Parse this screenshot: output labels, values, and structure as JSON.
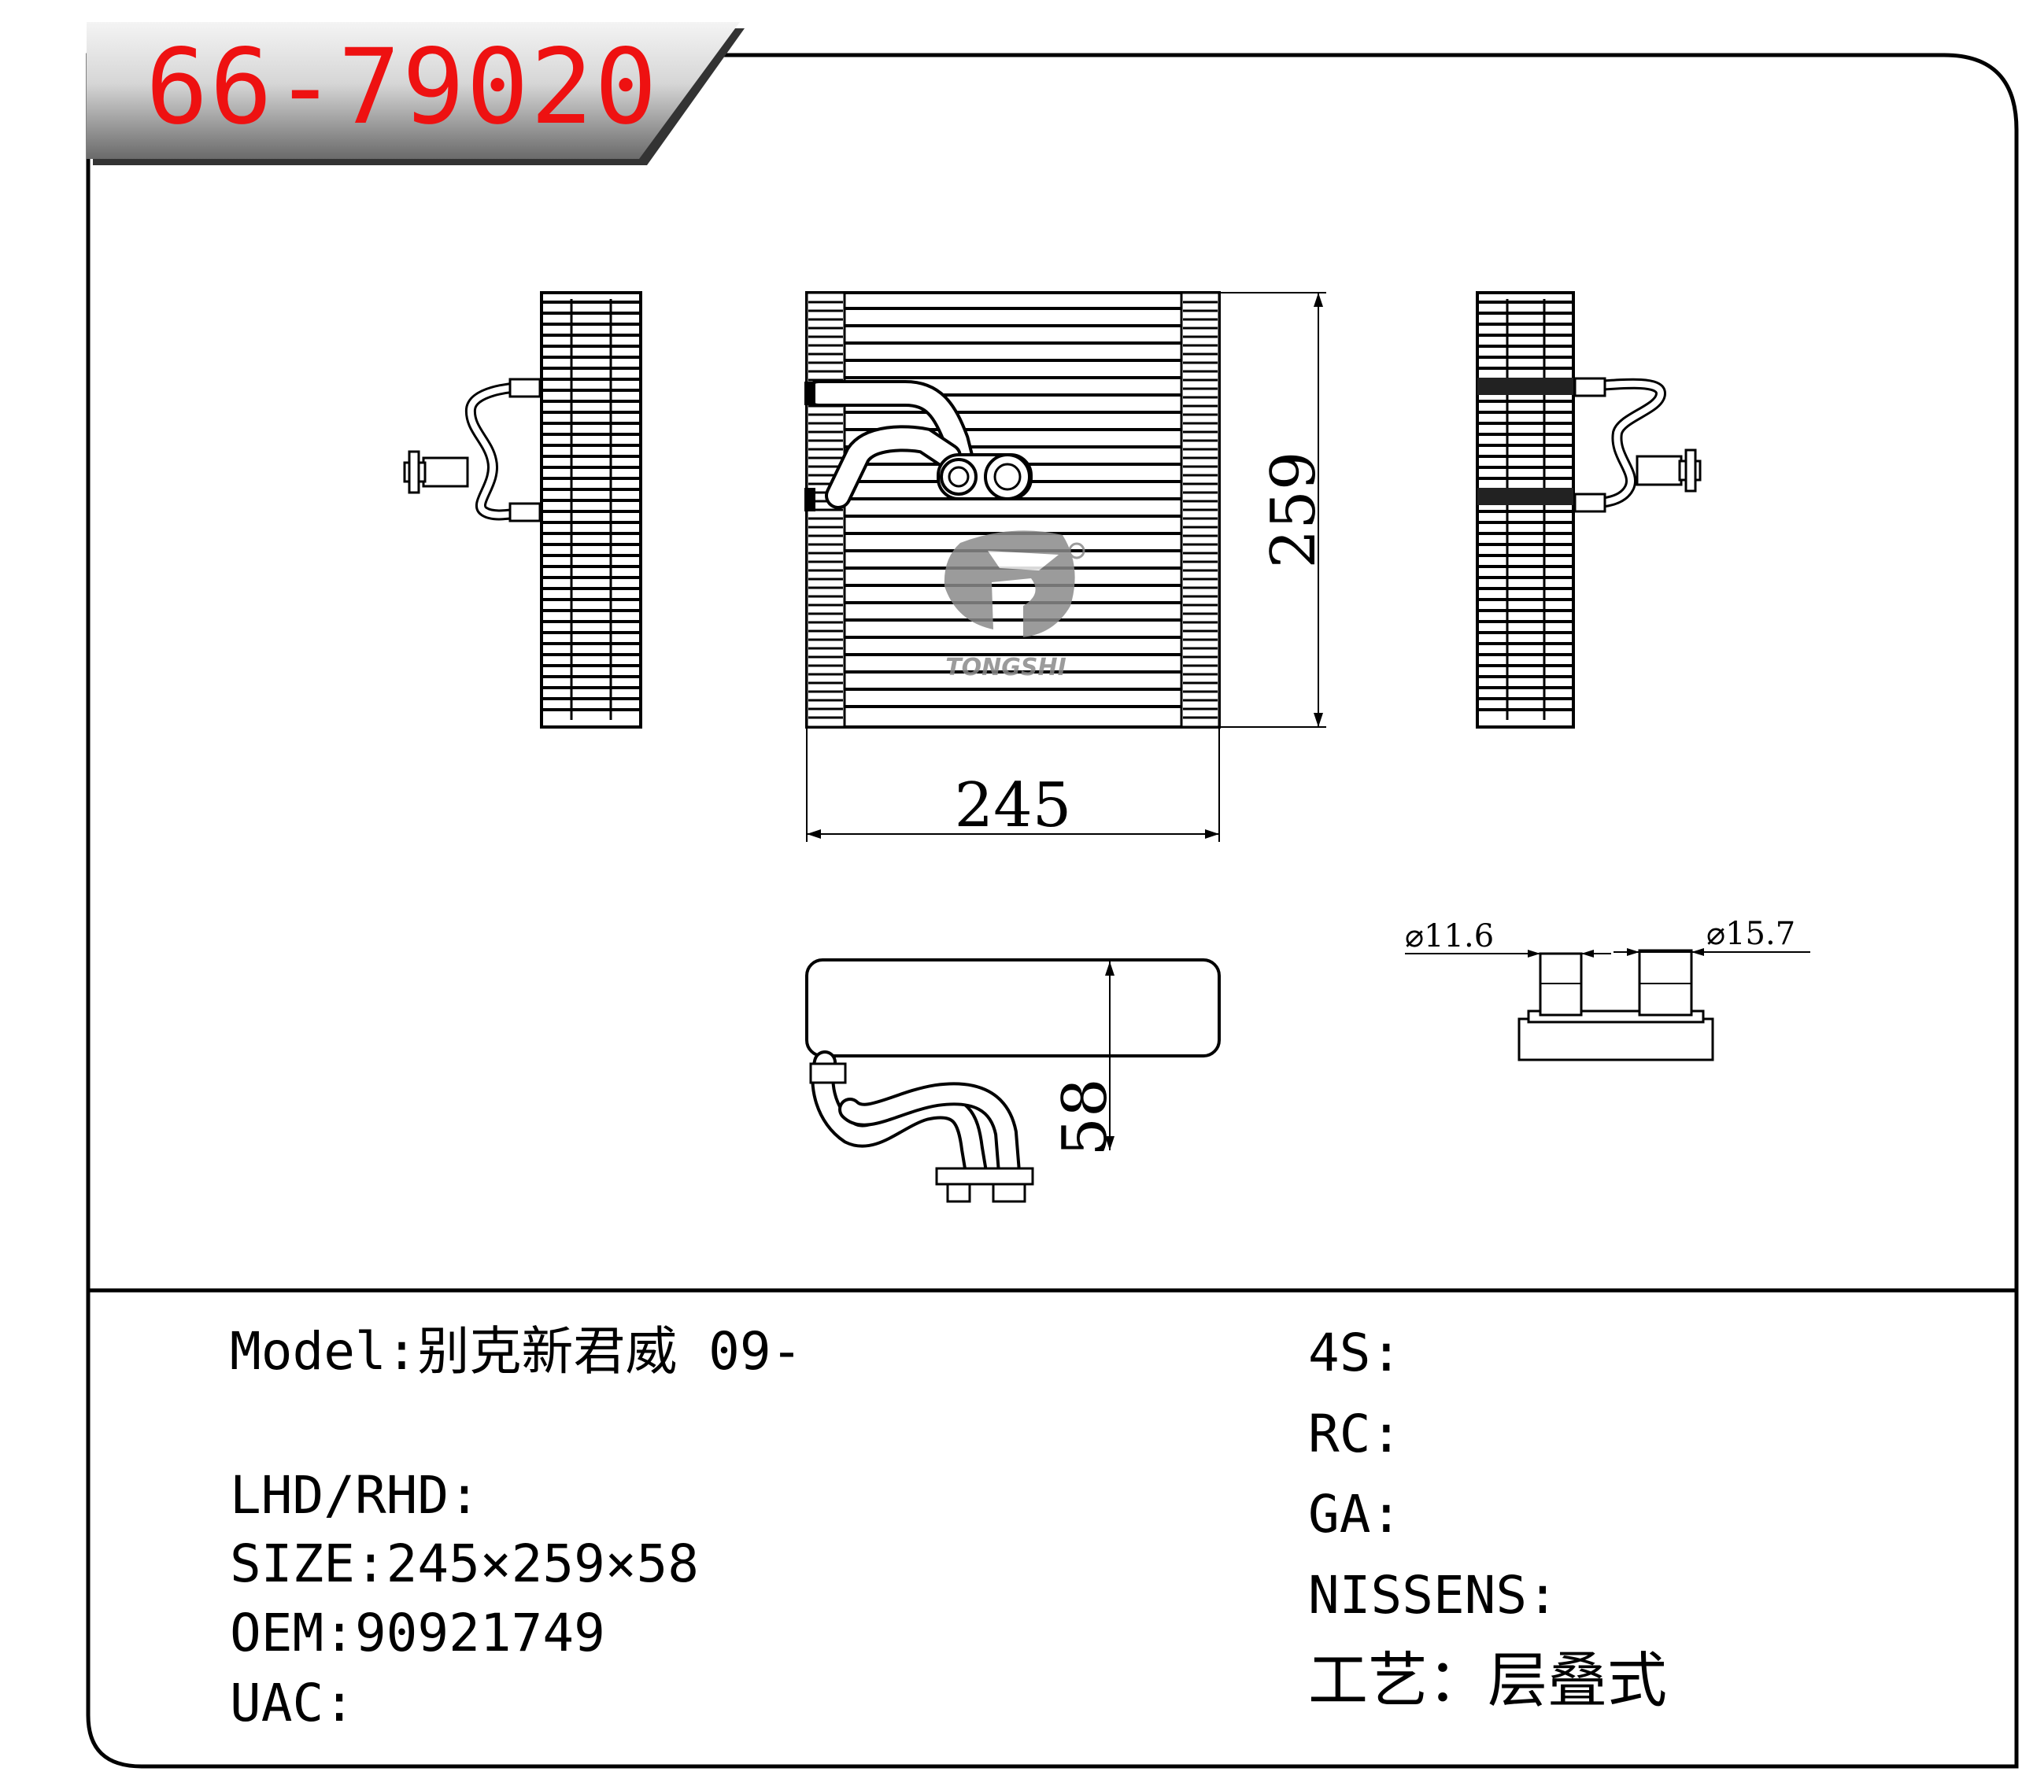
{
  "header": {
    "part_number": "66-79020"
  },
  "drawing": {
    "dim_width": "245",
    "dim_height": "259",
    "dim_depth": "58",
    "dia_left": "⌀11.6",
    "dia_right": "⌀15.7",
    "logo_text": "TONGSHI"
  },
  "specs_left": {
    "model": "Model:别克新君威 09-",
    "drive": "LHD/RHD:",
    "size": "SIZE:245×259×58",
    "oem": "OEM:90921749",
    "uac": "UAC:"
  },
  "specs_right": {
    "s4": "4S:",
    "rc": "RC:",
    "ga": "GA:",
    "nissens": "NISSENS:",
    "process": "工艺：层叠式"
  }
}
